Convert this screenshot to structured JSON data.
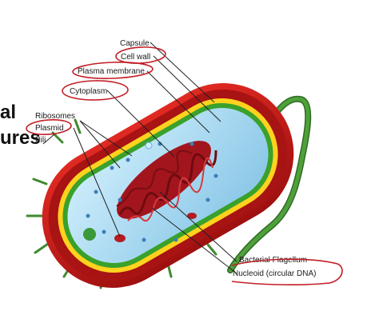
{
  "title_fragments": {
    "line1": "al",
    "line2": "ures"
  },
  "labels": {
    "capsule": "Capsule",
    "cell_wall": "Cell wall",
    "plasma_membrane": "Plasma membrane",
    "cytoplasm": "Cytoplasm",
    "ribosomes": "Ribosomes",
    "plasmid": "Plasmid",
    "pili": "Pili",
    "flagellum": "Bacterial Flagellum",
    "nucleoid": "Nucleoid (circular DNA)"
  },
  "colors": {
    "capsule": "#c41a1a",
    "capsule_dark": "#8f0d0d",
    "cell_wall": "#ffd21e",
    "plasma_membrane": "#39a12c",
    "cytoplasm": "#a9dbf2",
    "nucleoid": "#a3151d",
    "flagellum": "#3f8a2f",
    "annotation": "#c21f26"
  }
}
